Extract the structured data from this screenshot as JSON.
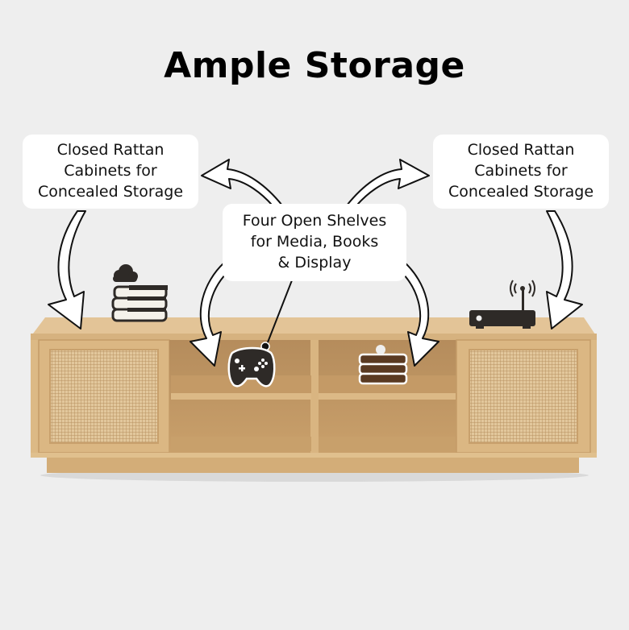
{
  "title": "Ample Storage",
  "callouts": {
    "left": {
      "lines": [
        "Closed Rattan",
        "Cabinets for",
        "Concealed Storage"
      ]
    },
    "right": {
      "lines": [
        "Closed Rattan",
        "Cabinets for",
        "Concealed Storage"
      ]
    },
    "center": {
      "lines": [
        "Four Open Shelves",
        "for Media, Books",
        "& Display"
      ]
    }
  },
  "icons": [
    "cloud-icon",
    "books-stack-icon",
    "game-controller-icon",
    "books-icon",
    "router-icon"
  ],
  "colors": {
    "background": "#eeeeee",
    "wood": "#d9b686",
    "wood_dark": "#b88f5c",
    "rattan": "#d8b888",
    "icon_dark": "#2e2a27"
  }
}
